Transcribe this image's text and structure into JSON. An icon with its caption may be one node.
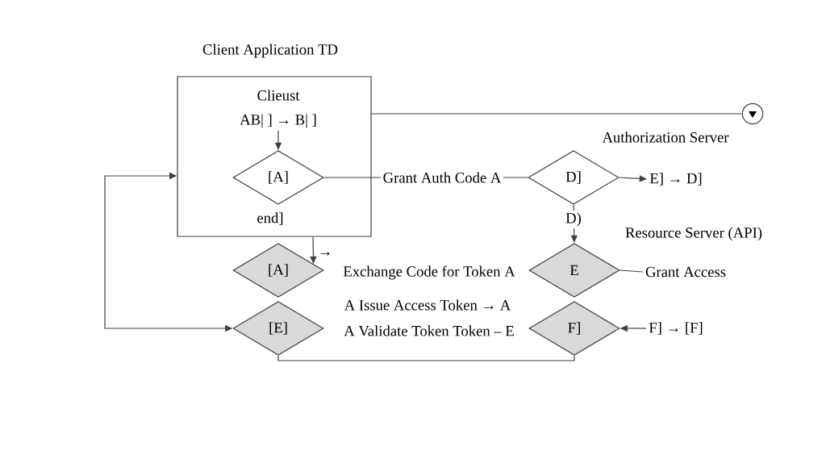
{
  "diagram": {
    "nodes": [
      {
        "text": [
          "Client Application TD",
          "Clieust",
          "end]"
        ]
      },
      {
        "text": [
          "AB| ] → B| ]"
        ],
        "in": 0
      },
      {
        "text": [
          "[A]"
        ],
        "in": 0
      },
      {
        "text": [],
        "shape": "circle"
      },
      {
        "text": [
          "D]"
        ]
      },
      {
        "text": [
          "E] → D]"
        ]
      },
      {
        "text": [
          "E"
        ]
      },
      {
        "text": [
          "Grant Access"
        ]
      },
      {
        "text": [
          "[A]"
        ]
      },
      {
        "text": [
          "[E]"
        ]
      },
      {
        "text": [
          "F]"
        ]
      },
      {
        "text": [
          "F] → [F]"
        ]
      }
    ],
    "edges": [
      {
        "from": 1,
        "to": 2,
        "arrow": "to"
      },
      {
        "from": 0,
        "to": 3,
        "arrow": "none"
      },
      {
        "from": 2,
        "to": 4,
        "arrow": "none",
        "label": "Grant Auth Code A"
      },
      {
        "from": 4,
        "to": 5,
        "arrow": "to"
      },
      {
        "from": 4,
        "to": 6,
        "arrow": "to",
        "label": "D)"
      },
      {
        "from": 6,
        "to": 7,
        "arrow": "none"
      },
      {
        "from": 0,
        "to": 8,
        "arrow": "to"
      },
      {
        "from": 9,
        "to": 0,
        "arrow": "both"
      },
      {
        "from": 11,
        "to": 10,
        "arrow": "to"
      },
      {
        "from": 10,
        "to": 9,
        "arrow": "none"
      }
    ],
    "labels": [
      "Authorization Server",
      "Resource Server (API)",
      "→",
      "Exchange Code for Token A",
      "A  Issue Access Token → A",
      "A Validate Token Token – E"
    ]
  }
}
